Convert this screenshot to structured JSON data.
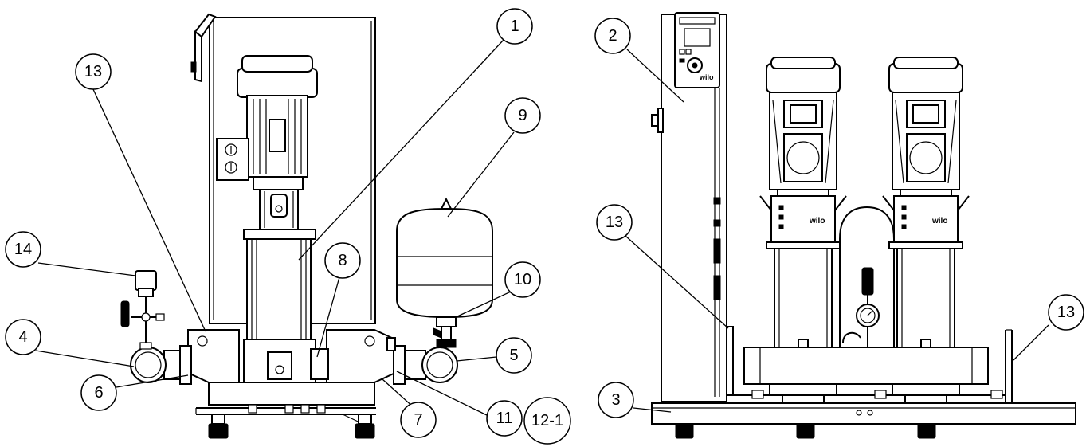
{
  "labels": {
    "l1": "1",
    "l2": "2",
    "l3": "3",
    "l4": "4",
    "l5": "5",
    "l6": "6",
    "l7": "7",
    "l8": "8",
    "l9": "9",
    "l10": "10",
    "l11": "11",
    "l12_1": "12-1",
    "l13_left": "13",
    "l13_center": "13",
    "l13_right": "13",
    "l14": "14"
  },
  "brand": "wilo"
}
